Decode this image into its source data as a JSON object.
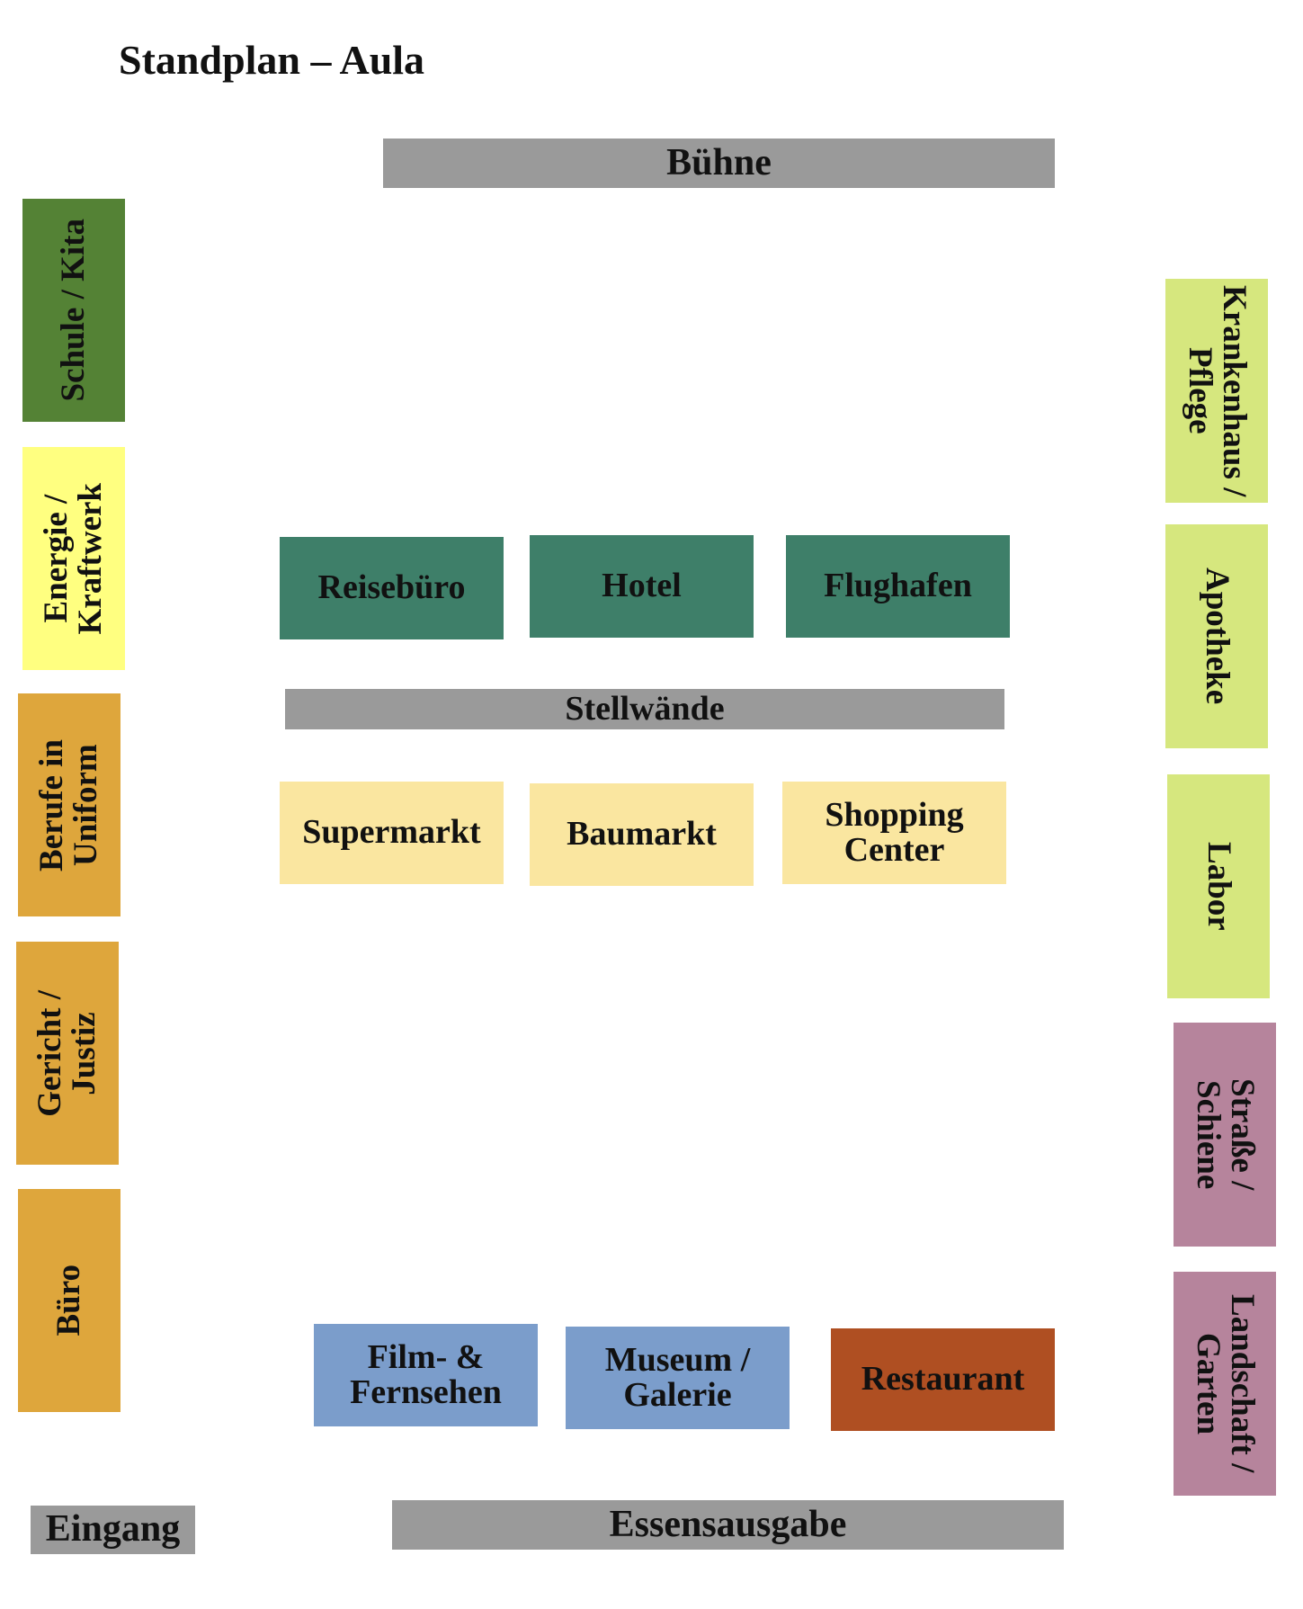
{
  "title": "Standplan – Aula",
  "fixtures": {
    "stage": "Bühne",
    "partition_walls": "Stellwände",
    "food_counter": "Essensausgabe",
    "entrance": "Eingang"
  },
  "stands": {
    "left_wall": [
      {
        "label": "Schule / Kita",
        "color": "#548235"
      },
      {
        "label": "Energie /\nKraftwerk",
        "color": "#FFFF80"
      },
      {
        "label": "Berufe in\nUniform",
        "color": "#DEA63C"
      },
      {
        "label": "Gericht /\nJustiz",
        "color": "#DEA63C"
      },
      {
        "label": "Büro",
        "color": "#DEA63C"
      }
    ],
    "right_wall": [
      {
        "label": "Krankenhaus /\nPflege",
        "color": "#D6E77E"
      },
      {
        "label": "Apotheke",
        "color": "#D6E77E"
      },
      {
        "label": "Labor",
        "color": "#D6E77E"
      },
      {
        "label": "Straße /\nSchiene",
        "color": "#B6849C"
      },
      {
        "label": "Landschaft /\nGarten",
        "color": "#B6849C"
      }
    ],
    "row_top": [
      {
        "label": "Reisebüro",
        "color": "#3E7F69"
      },
      {
        "label": "Hotel",
        "color": "#3E7F69"
      },
      {
        "label": "Flughafen",
        "color": "#3E7F69"
      }
    ],
    "row_middle": [
      {
        "label": "Supermarkt",
        "color": "#FAE6A0"
      },
      {
        "label": "Baumarkt",
        "color": "#FAE6A0"
      },
      {
        "label": "Shopping\nCenter",
        "color": "#FAE6A0"
      }
    ],
    "row_bottom": [
      {
        "label": "Film- &\nFernsehen",
        "color": "#7B9DCB"
      },
      {
        "label": "Museum /\nGalerie",
        "color": "#7B9DCB"
      },
      {
        "label": "Restaurant",
        "color": "#AF4F22"
      }
    ]
  },
  "colors": {
    "fixture_gray": "#9A9A9A",
    "background": "#FFFFFF",
    "text": "#111111"
  }
}
